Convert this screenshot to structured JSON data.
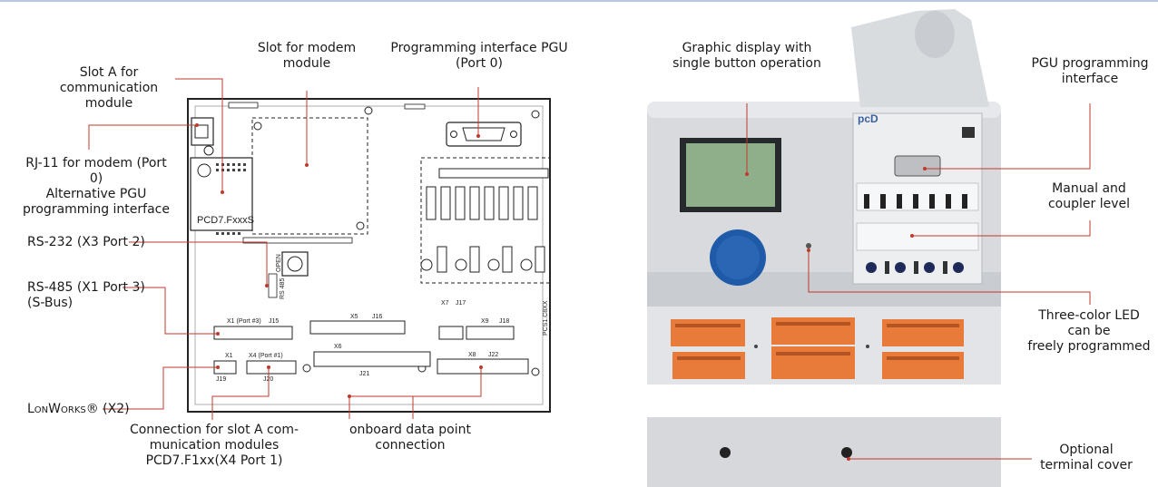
{
  "left_labels": {
    "slot_a": "Slot A for\ncommunication module",
    "modem_slot": "Slot for modem\nmodule",
    "pgu_port": "Programming interface PGU\n(Port 0)",
    "rj11": "RJ-11 for modem (Port 0)\nAlternative PGU\nprogramming interface",
    "rs232": "RS-232 (X3 Port 2)",
    "rs485": "RS-485 (X1 Port 3)\n(S-Bus)",
    "lonworks": "LonWorks® (X2)",
    "slot_a_conn": "Connection for slot A com-\nmunication modules\nPCD7.F1xx(X4 Port 1)",
    "onboard": "onboard data point\nconnection"
  },
  "right_labels": {
    "display": "Graphic display with\nsingle button operation",
    "pgu": "PGU programming\ninterface",
    "manual": "Manual and\ncoupler level",
    "led": "Three-color LED\ncan be\nfreely programmed",
    "cover": "Optional\nterminal cover"
  },
  "board": {
    "module_label": "PCD7.FxxxS",
    "model": "PCS1.C8XX",
    "x1_port3": "X1 (Port #3)",
    "j15": "J15",
    "x5": "X5",
    "j16": "J16",
    "x6": "X6",
    "j21": "J21",
    "x7": "X7",
    "j17": "J17",
    "x9": "X9",
    "j18": "J18",
    "x8": "X8",
    "j22": "J22",
    "x1": "X1",
    "j19": "J19",
    "x4_port1": "X4 (Port #1)",
    "j20": "J20",
    "open": "OPEN",
    "rs485_sw": "RS 485"
  },
  "device": {
    "brand": "pcD"
  },
  "colors": {
    "leader": "#c0392b",
    "frame": "#b8c7dc",
    "terminal": "#e87a3a",
    "knob": "#1f5aa8"
  }
}
